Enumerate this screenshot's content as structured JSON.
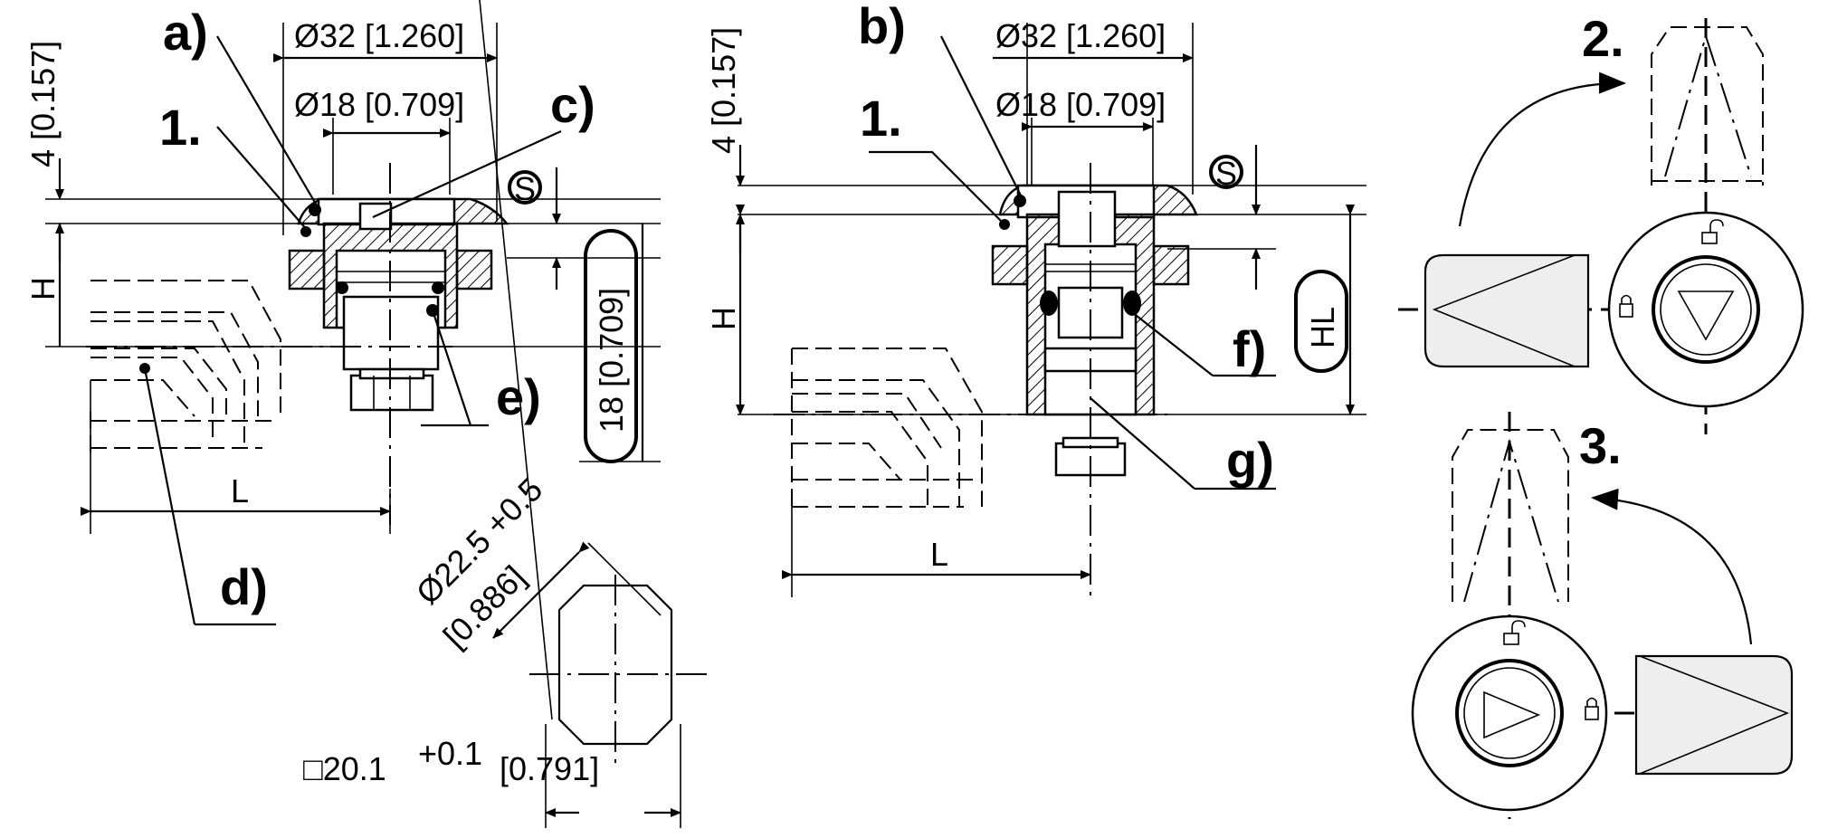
{
  "labels": {
    "a": "a)",
    "b": "b)",
    "c": "c)",
    "d": "d)",
    "e": "e)",
    "f": "f)",
    "g": "g)",
    "step1_left": "1.",
    "step1_right": "1.",
    "step2": "2.",
    "step3": "3."
  },
  "dimensions": {
    "dia32_left": "Ø32 [1.260]",
    "dia18_left": "Ø18 [0.709]",
    "dia32_right": "Ø32 [1.260]",
    "dia18_right": "Ø18 [0.709]",
    "thick_left": "4 [0.157]",
    "thick_right": "4 [0.157]",
    "h_left": "H",
    "h_right": "H",
    "l_left": "L",
    "l_right": "L",
    "s_left": "S",
    "s_right": "S",
    "len18": "18 [0.709]",
    "hl": "HL",
    "dia225_a": "Ø22.5 +0.5",
    "dia225_b": "[0.886]",
    "sq201_a": "□20.1",
    "sq201_tol": "+0.1",
    "sq201_b": "[0.791]"
  },
  "icons": [
    "lock-closed-icon",
    "lock-open-icon",
    "rotate-arrow-icon"
  ]
}
